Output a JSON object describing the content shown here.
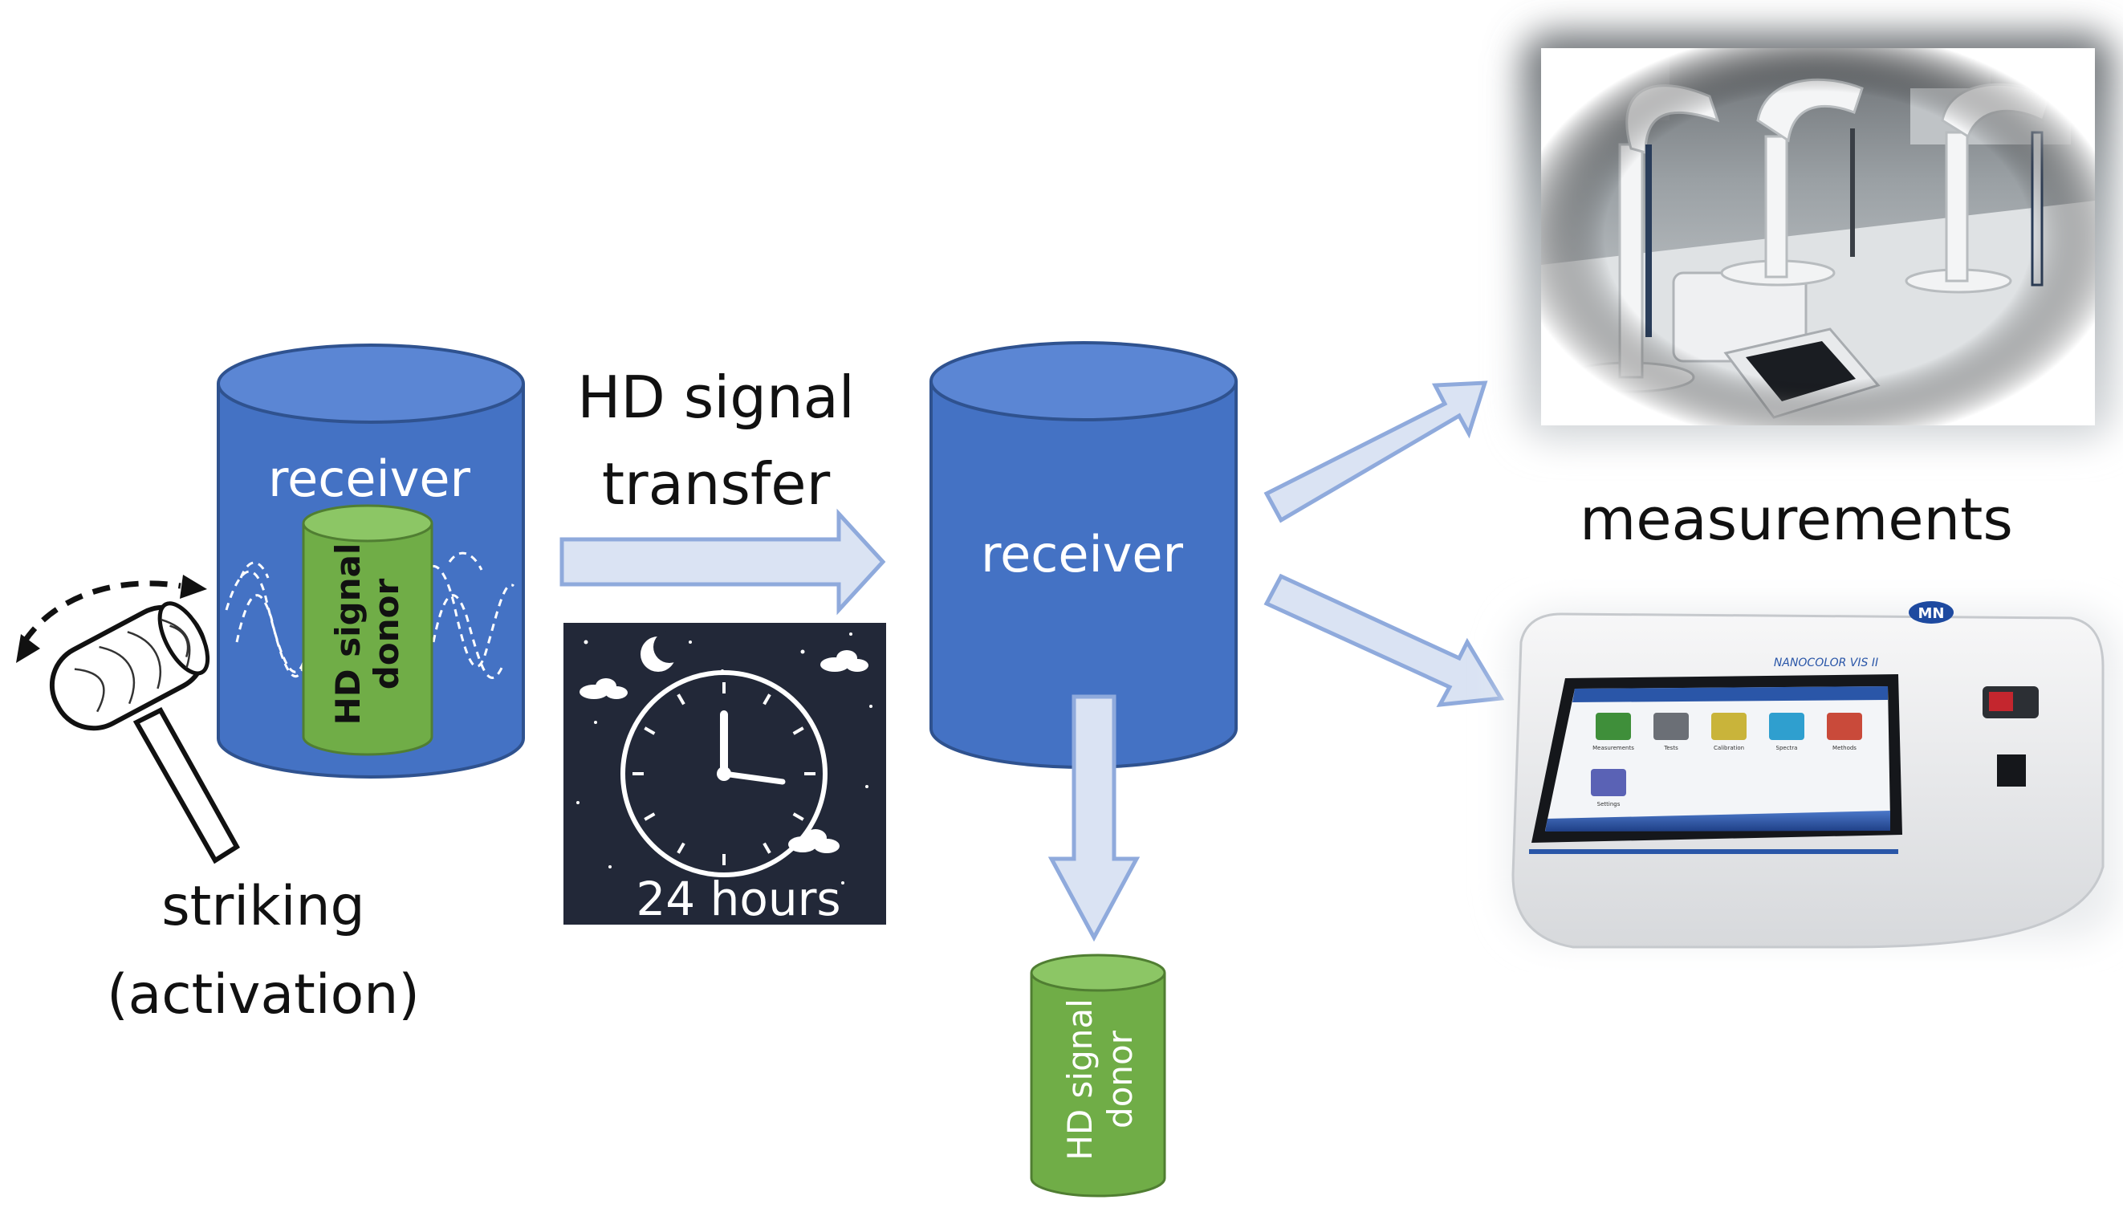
{
  "receiver_left_label": "receiver",
  "donor_inner_line1": "HD signal",
  "donor_inner_line2": "donor",
  "striking_line1": "striking",
  "striking_line2": "(activation)",
  "transfer_line1": "HD signal",
  "transfer_line2": "transfer",
  "clock_label": "24 hours",
  "receiver_center_label": "receiver",
  "donor_removed_line1": "HD signal",
  "donor_removed_line2": "donor",
  "measurements_label": "measurements",
  "photometer_brand_badge": "MN",
  "photometer_model_text": "NANOCOLOR VIS II",
  "photometer_app_labels": [
    "Measurements",
    "Tests",
    "Calibration",
    "Spectra",
    "Methods",
    "Settings"
  ],
  "colors": {
    "cylinder_blue": "#4472C4",
    "cylinder_top_blue": "#5B86D4",
    "cylinder_stroke": "#2F528F",
    "donor_green": "#70AD47",
    "donor_top_green": "#8CC665",
    "arrow_fill": "#DAE3F3",
    "arrow_stroke": "#8FAADC",
    "night_panel": "#222838"
  },
  "icons": [
    "hammer-icon",
    "dashed-curved-arrow-icon",
    "clock-icon",
    "moon-icon",
    "cloud-icon",
    "star-icon"
  ]
}
